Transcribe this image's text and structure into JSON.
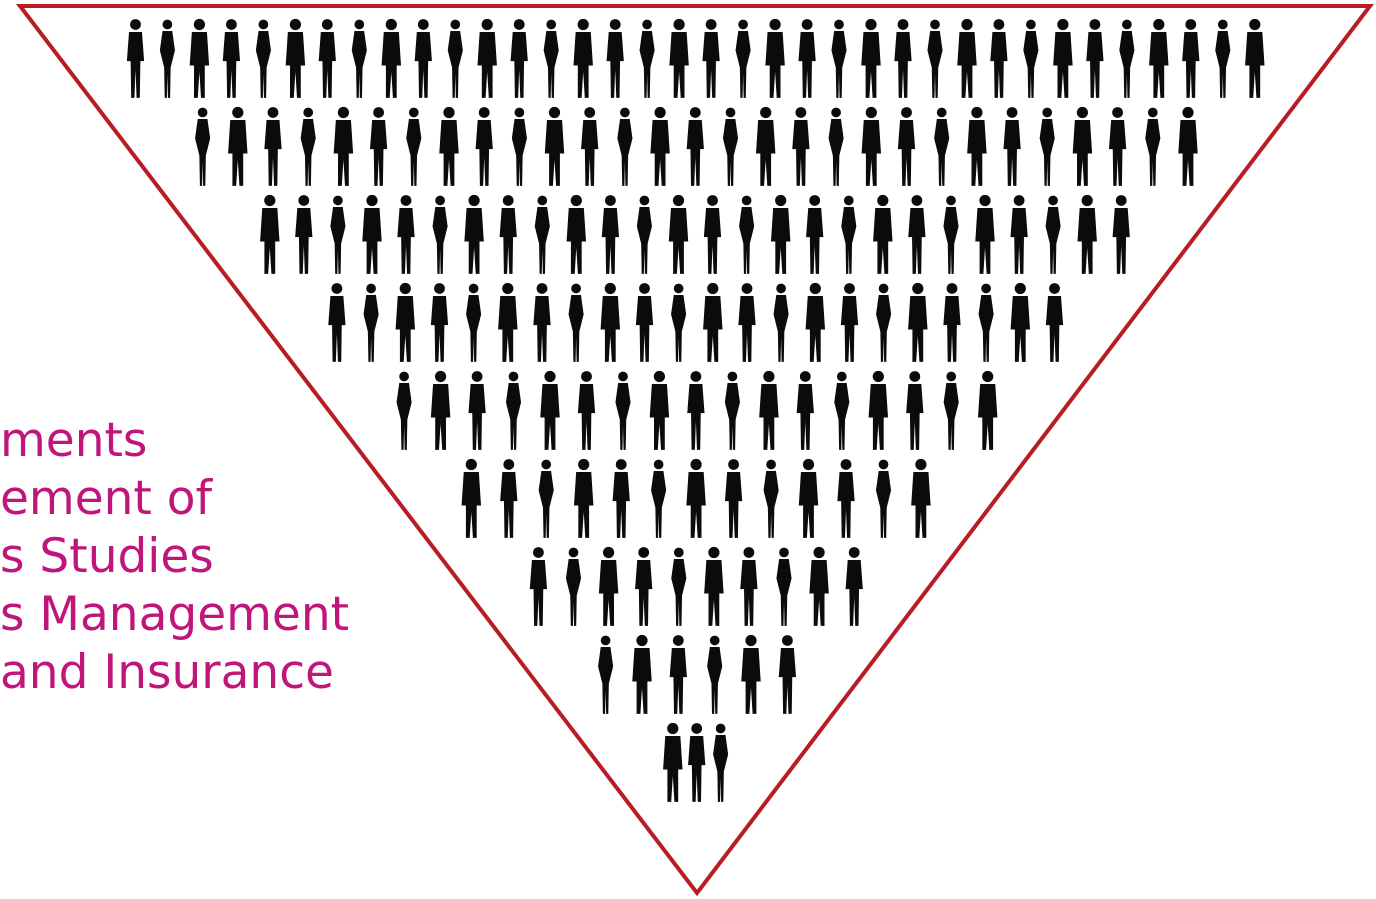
{
  "colors": {
    "text": "#c0157a",
    "triangle_stroke": "#b81d24",
    "silhouette": "#0b0b0b",
    "background": "#ffffff"
  },
  "left_text": {
    "lines": [
      "ments",
      "ement of",
      "s Studies",
      "s Management",
      " and Insurance"
    ]
  },
  "pyramid": {
    "shape": "inverted-triangle",
    "row_counts": [
      36,
      29,
      26,
      22,
      17,
      13,
      10,
      6,
      3
    ],
    "icon": "person-silhouette-icon"
  }
}
